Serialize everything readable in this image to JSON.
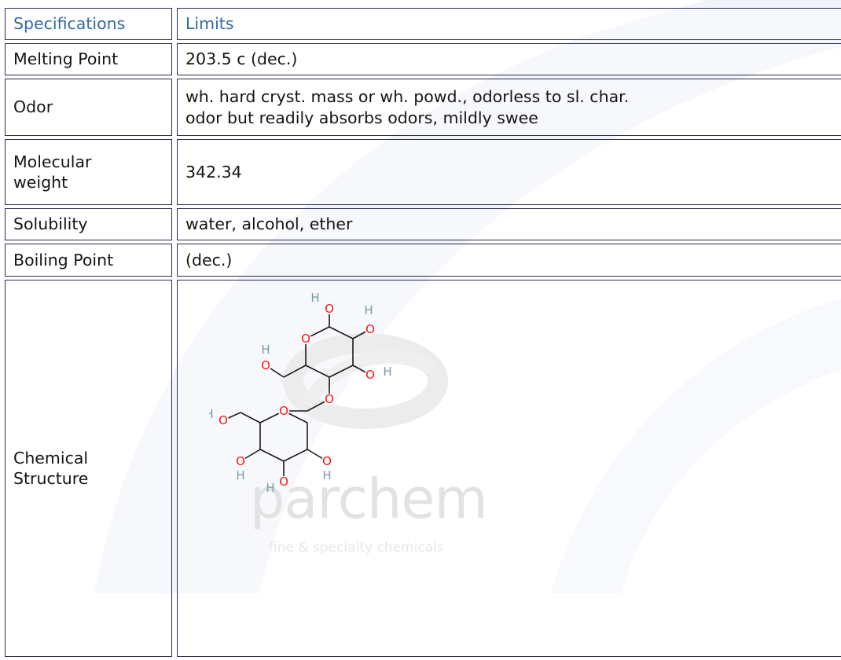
{
  "table": {
    "header": {
      "spec": "Specifications",
      "limits": "Limits"
    },
    "rows": [
      {
        "label": "Melting Point",
        "value": "203.5 c (dec.)"
      },
      {
        "label": "Odor",
        "value_line1": "wh. hard cryst. mass or wh. powd., odorless to sl. char.",
        "value_line2": "odor but readily absorbs odors, mildly swee"
      },
      {
        "label_line1": "Molecular",
        "label_line2": "weight",
        "value": "342.34"
      },
      {
        "label": "Solubility",
        "value": "water, alcohol, ether"
      },
      {
        "label": "Boiling Point",
        "value": "(dec.)"
      },
      {
        "label_line1": "Chemical",
        "label_line2": "Structure"
      }
    ]
  },
  "structure": {
    "atoms": {
      "oxygen": "O",
      "hydrogen": "H"
    },
    "colors": {
      "oxygen": "#ff0d0d",
      "hydrogen": "#7a9aa8",
      "bond": "#1a1a1a"
    }
  },
  "watermark": {
    "brand": "parchem",
    "tagline": "fine & specialty chemicals"
  },
  "colors": {
    "header_text": "#2f6aa6",
    "border": "#2a2a52",
    "swoosh": "#eef3f8"
  }
}
